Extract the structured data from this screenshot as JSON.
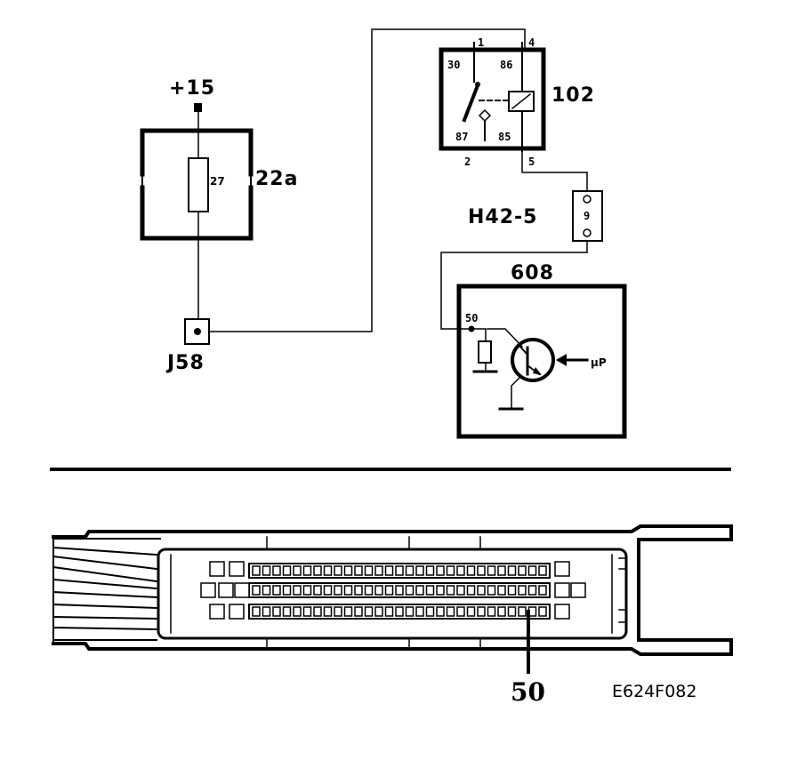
{
  "components": {
    "supply": {
      "label": "+15"
    },
    "fuse_box": {
      "label": "22a",
      "fuse_number": "27"
    },
    "junction": {
      "label": "J58"
    },
    "relay": {
      "label": "102",
      "terminals": {
        "t30": "30",
        "t86": "86",
        "t87": "87",
        "t85": "85"
      },
      "pins": {
        "p1": "1",
        "p2": "2",
        "p4": "4",
        "p5": "5"
      }
    },
    "connector": {
      "label": "H42-5",
      "pin": "9"
    },
    "ecu": {
      "label": "608",
      "pin": "50",
      "micro": "µP"
    }
  },
  "ecu_connector": {
    "callout": "50"
  },
  "figure_code": "E624F082",
  "colors": {
    "ink": "#000000",
    "paper": "#ffffff"
  }
}
